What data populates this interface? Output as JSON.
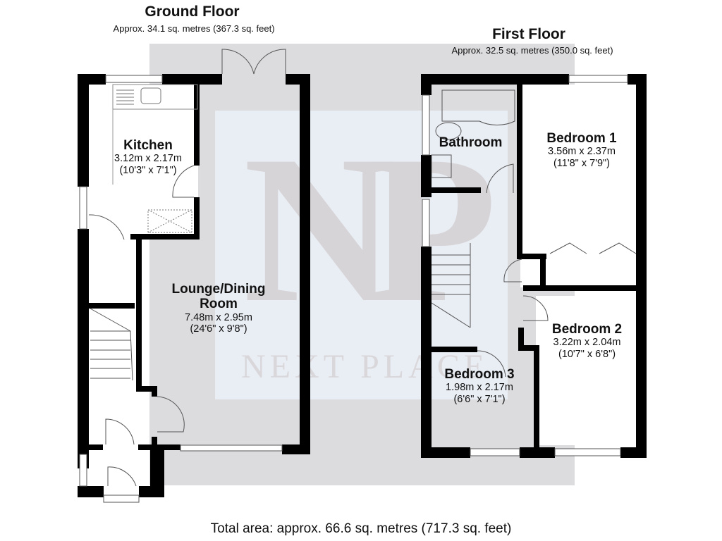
{
  "ground_floor": {
    "title": "Ground Floor",
    "area": "Approx. 34.1 sq. metres (367.3 sq. feet)",
    "rooms": [
      {
        "name": "Kitchen",
        "metric": "3.12m x 2.17m",
        "imperial": "(10'3\" x 7'1\")"
      },
      {
        "name_line1": "Lounge/Dining",
        "name_line2": "Room",
        "metric": "7.48m x 2.95m",
        "imperial": "(24'6\" x 9'8\")"
      }
    ]
  },
  "first_floor": {
    "title": "First Floor",
    "area": "Approx. 32.5 sq. metres (350.0 sq. feet)",
    "rooms": [
      {
        "name": "Bathroom"
      },
      {
        "name": "Bedroom 1",
        "metric": "3.56m x 2.37m",
        "imperial": "(11'8\" x 7'9\")"
      },
      {
        "name": "Bedroom 2",
        "metric": "3.22m x 2.04m",
        "imperial": "(10'7\" x 6'8\")"
      },
      {
        "name": "Bedroom 3",
        "metric": "1.98m x 2.17m",
        "imperial": "(6'6\" x 7'1\")"
      }
    ]
  },
  "watermark": {
    "logo": "NP",
    "text": "NEXT PLACE"
  },
  "footer": {
    "total_area": "Total area: approx. 66.6 sq. metres (717.3 sq. feet)"
  },
  "colors": {
    "wall": "#000000",
    "watermark_bg": "#dcdcdf",
    "watermark_inner": "#e9edf4",
    "watermark_glyph": "#d6d4d6"
  }
}
